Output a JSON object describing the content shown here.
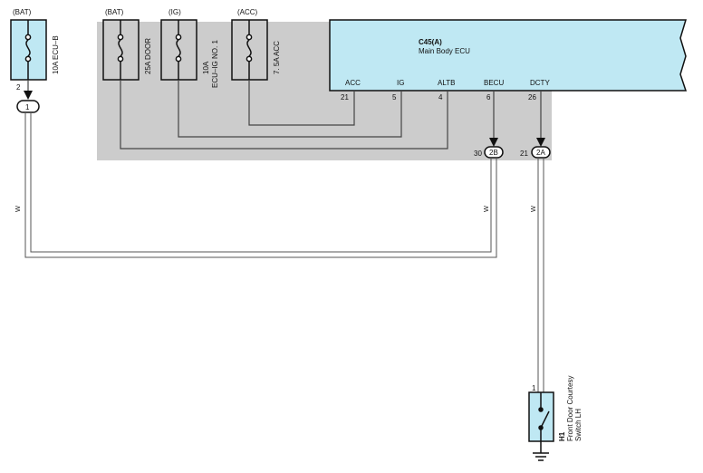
{
  "power_sources": {
    "ecub": "(BAT)",
    "door": "(BAT)",
    "ig": "(IG)",
    "acc": "(ACC)"
  },
  "fuses": {
    "ecub": "10A ECU–B",
    "door": "25A DOOR",
    "ig_amp": "10A",
    "ig_name": "ECU–IG NO. 1",
    "acc": "7. 5A ACC"
  },
  "ecu": {
    "code": "C45(A)",
    "name": "Main Body ECU",
    "pins": [
      {
        "name": "ACC",
        "number": "21"
      },
      {
        "name": "IG",
        "number": "5"
      },
      {
        "name": "ALTB",
        "number": "4"
      },
      {
        "name": "BECU",
        "number": "6"
      },
      {
        "name": "DCTY",
        "number": "26"
      }
    ]
  },
  "connectors": {
    "ecub_pin": "2",
    "ecub_junction": "1",
    "becu_pin": "30",
    "becu_junction": "2B",
    "dcty_pin": "21",
    "dcty_junction": "2A"
  },
  "wires": {
    "left_color": "W",
    "becu_color": "W",
    "dcty_color": "W"
  },
  "switch": {
    "pin": "1",
    "code": "H1",
    "name_line1": "Front Door Courtesy",
    "name_line2": "Switch LH"
  },
  "colors": {
    "gray_box": "#cccccc",
    "ecu_fill": "#bfe8f3",
    "fuse_fill": "#bfe8f3",
    "wire": "#555555"
  }
}
